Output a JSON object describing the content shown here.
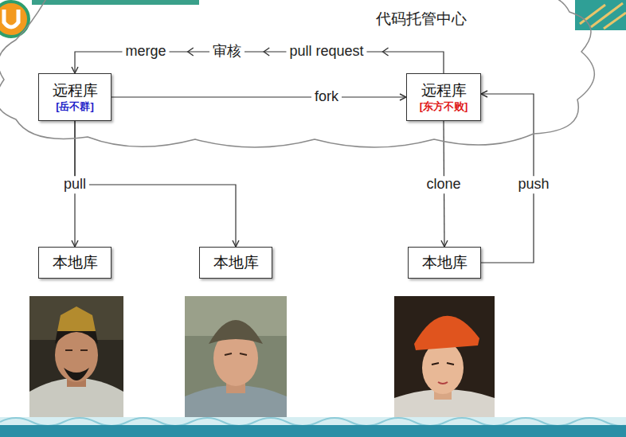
{
  "diagram": {
    "nodes": [
      {
        "text": [
          "代码托管中心"
        ]
      },
      {
        "text": [
          "远程库",
          "[岳不群]"
        ],
        "in": 0
      },
      {
        "text": [
          "远程库",
          "[东方不败]"
        ],
        "in": 0
      },
      {
        "text": [
          "本地库"
        ]
      },
      {
        "text": [
          "本地库"
        ]
      },
      {
        "text": [
          "本地库"
        ]
      }
    ],
    "edges": [
      {
        "from": 1,
        "to": 2,
        "label": "fork",
        "arrow": "to"
      },
      {
        "from": 2,
        "to": 1,
        "label": "pull request",
        "arrow": "to"
      },
      {
        "from": 1,
        "to": 3,
        "label": "pull",
        "arrow": "to"
      },
      {
        "from": 1,
        "to": 4,
        "arrow": "to"
      },
      {
        "from": 2,
        "to": 5,
        "label": "clone",
        "arrow": "to"
      },
      {
        "from": 5,
        "to": 2,
        "label": "push",
        "arrow": "to"
      }
    ],
    "labels": [
      "merge",
      "审核"
    ]
  }
}
